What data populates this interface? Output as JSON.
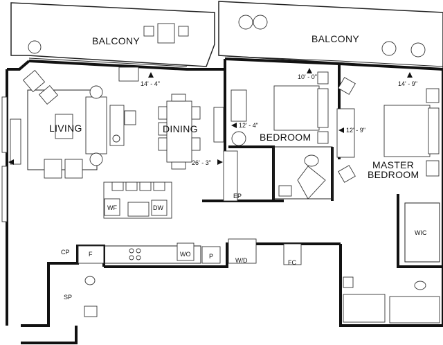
{
  "rooms": {
    "balcony_left": "BALCONY",
    "balcony_right": "BALCONY",
    "living": "LIVING",
    "dining": "DINING",
    "bedroom": "BEDROOM",
    "master_bedroom_line1": "MASTER",
    "master_bedroom_line2": "BEDROOM"
  },
  "fixtures": {
    "wf": "WF",
    "dw": "DW",
    "ep": "EP",
    "wic": "WIC",
    "f": "F",
    "wo": "WO",
    "p": "P",
    "wd": "W/D",
    "fc": "FC",
    "cp": "CP",
    "sp": "SP"
  },
  "dimensions": {
    "living_width": "14' - 4\"",
    "living_depth": "26' - 3\"",
    "bedroom_width": "10' - 0\"",
    "bedroom_depth": "12' - 4\"",
    "master_depth": "12' - 9\"",
    "master_width": "14' - 9\""
  }
}
